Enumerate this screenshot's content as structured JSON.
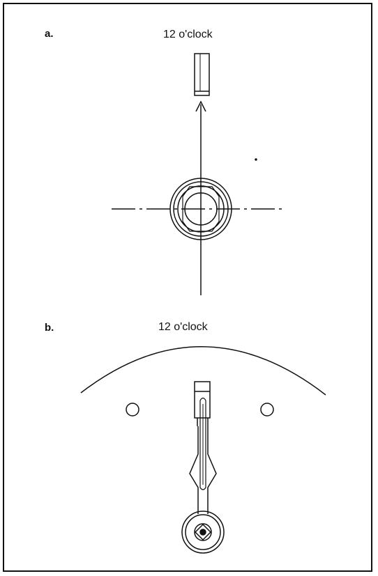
{
  "panels": [
    {
      "label": "a.",
      "caption": "12 o'clock"
    },
    {
      "label": "b.",
      "caption": "12 o'clock"
    }
  ]
}
